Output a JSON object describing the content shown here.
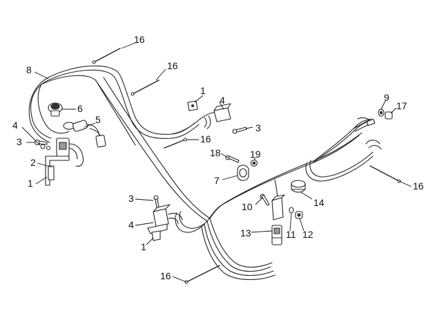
{
  "diagram": {
    "callouts": [
      {
        "id": "c8",
        "label": "8"
      },
      {
        "id": "c16a",
        "label": "16"
      },
      {
        "id": "c16b",
        "label": "16"
      },
      {
        "id": "c1a",
        "label": "1"
      },
      {
        "id": "c4a",
        "label": "4"
      },
      {
        "id": "c3a",
        "label": "3"
      },
      {
        "id": "c9",
        "label": "9"
      },
      {
        "id": "c17",
        "label": "17"
      },
      {
        "id": "c6",
        "label": "6"
      },
      {
        "id": "c5",
        "label": "5"
      },
      {
        "id": "c4b",
        "label": "4"
      },
      {
        "id": "c3b",
        "label": "3"
      },
      {
        "id": "c2",
        "label": "2"
      },
      {
        "id": "c1b",
        "label": "1"
      },
      {
        "id": "c16c",
        "label": "16"
      },
      {
        "id": "c18",
        "label": "18"
      },
      {
        "id": "c19",
        "label": "19"
      },
      {
        "id": "c7",
        "label": "7"
      },
      {
        "id": "c16d",
        "label": "16"
      },
      {
        "id": "c14",
        "label": "14"
      },
      {
        "id": "c3c",
        "label": "3"
      },
      {
        "id": "c10",
        "label": "10"
      },
      {
        "id": "c4c",
        "label": "4"
      },
      {
        "id": "c13",
        "label": "13"
      },
      {
        "id": "c11",
        "label": "11"
      },
      {
        "id": "c12",
        "label": "12"
      },
      {
        "id": "c1c",
        "label": "1"
      },
      {
        "id": "c16e",
        "label": "16"
      }
    ]
  }
}
